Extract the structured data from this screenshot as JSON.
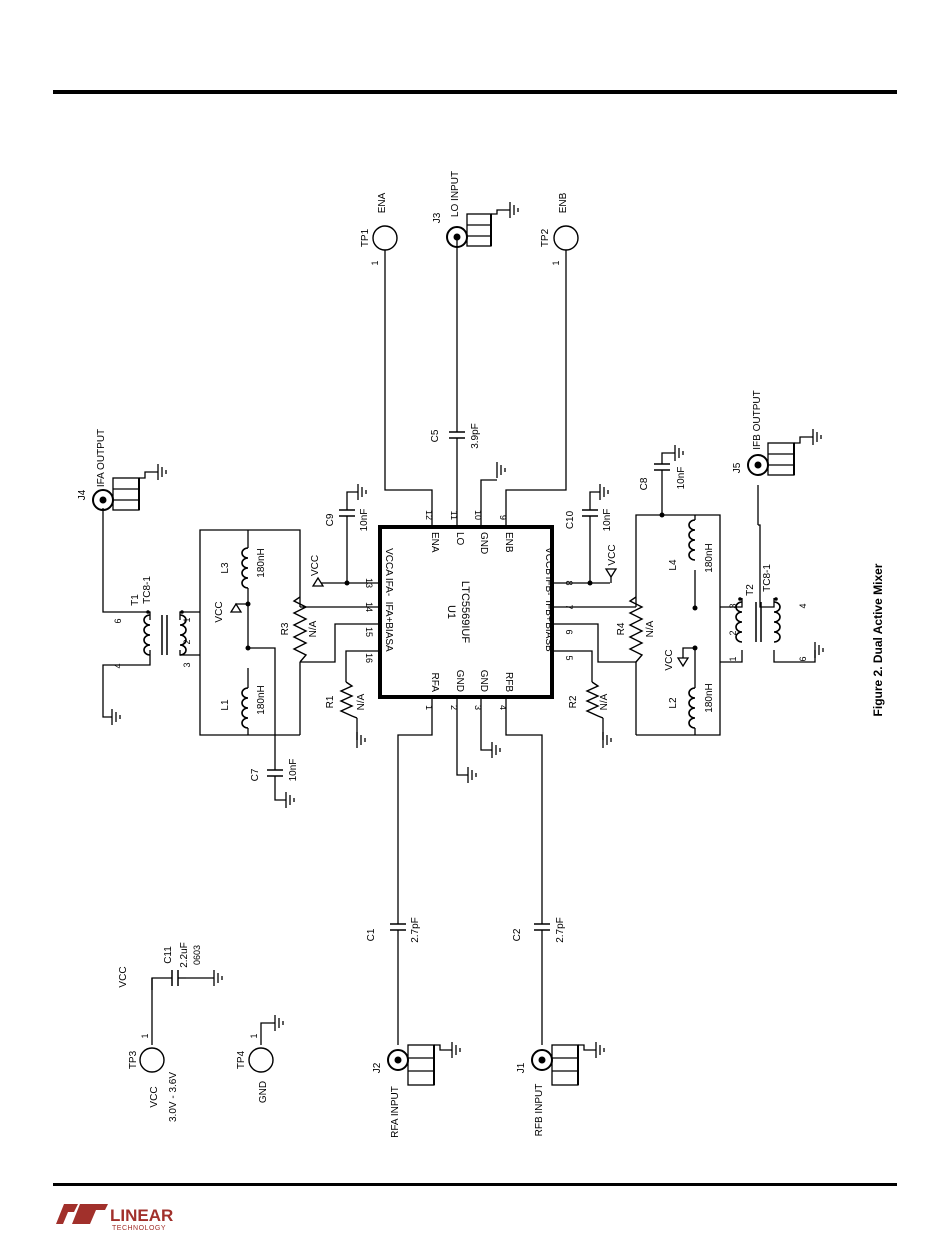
{
  "figure": {
    "caption": "Figure 2. Dual Active Mixer"
  },
  "ic": {
    "refdes": "U1",
    "part": "LTC5569IUF",
    "pins": {
      "p1": {
        "num": "1",
        "name": "RFA"
      },
      "p2": {
        "num": "2",
        "name": "GND"
      },
      "p3": {
        "num": "3",
        "name": "GND"
      },
      "p4": {
        "num": "4",
        "name": "RFB"
      },
      "p5": {
        "num": "5",
        "name": "BIASB"
      },
      "p6": {
        "num": "6",
        "name": "IFB+"
      },
      "p7": {
        "num": "7",
        "name": "IFB-"
      },
      "p8": {
        "num": "8",
        "name": "VCCB"
      },
      "p9": {
        "num": "9",
        "name": "ENB"
      },
      "p10": {
        "num": "10",
        "name": "GND"
      },
      "p11": {
        "num": "11",
        "name": "LO"
      },
      "p12": {
        "num": "12",
        "name": "ENA"
      },
      "p13": {
        "num": "13",
        "name": "VCCA"
      },
      "p14": {
        "num": "14",
        "name": "IFA-"
      },
      "p15": {
        "num": "15",
        "name": "IFA+"
      },
      "p16": {
        "num": "16",
        "name": "BIASA"
      }
    }
  },
  "testpoints": {
    "tp1": {
      "ref": "TP1",
      "pin": "1",
      "net": "ENA"
    },
    "tp2": {
      "ref": "TP2",
      "pin": "1",
      "net": "ENB"
    },
    "tp3": {
      "ref": "TP3",
      "pin": "1",
      "net": "VCC",
      "range": "3.0V - 3.6V"
    },
    "tp4": {
      "ref": "TP4",
      "pin": "1",
      "net": "GND"
    }
  },
  "connectors": {
    "j1": {
      "ref": "J1",
      "label": "RFB INPUT"
    },
    "j2": {
      "ref": "J2",
      "label": "RFA INPUT"
    },
    "j3": {
      "ref": "J3",
      "label": "LO INPUT"
    },
    "j4": {
      "ref": "J4",
      "label": "IFA OUTPUT"
    },
    "j5": {
      "ref": "J5",
      "label": "IFB OUTPUT"
    }
  },
  "caps": {
    "c1": {
      "ref": "C1",
      "value": "2.7pF"
    },
    "c2": {
      "ref": "C2",
      "value": "2.7pF"
    },
    "c5": {
      "ref": "C5",
      "value": "3.9pF"
    },
    "c7": {
      "ref": "C7",
      "value": "10nF"
    },
    "c8": {
      "ref": "C8",
      "value": "10nF"
    },
    "c9": {
      "ref": "C9",
      "value": "10nF"
    },
    "c10": {
      "ref": "C10",
      "value": "10nF"
    },
    "c11": {
      "ref": "C11",
      "value": "2.2uF",
      "pkg": "0603"
    }
  },
  "inductors": {
    "l1": {
      "ref": "L1",
      "value": "180nH"
    },
    "l2": {
      "ref": "L2",
      "value": "180nH"
    },
    "l3": {
      "ref": "L3",
      "value": "180nH"
    },
    "l4": {
      "ref": "L4",
      "value": "180nH"
    }
  },
  "resistors": {
    "r1": {
      "ref": "R1",
      "value": "N/A"
    },
    "r2": {
      "ref": "R2",
      "value": "N/A"
    },
    "r3": {
      "ref": "R3",
      "value": "N/A"
    },
    "r4": {
      "ref": "R4",
      "value": "N/A"
    }
  },
  "transformers": {
    "t1": {
      "ref": "T1",
      "part": "TC8-1",
      "pins": [
        "6",
        "4",
        "1",
        "2",
        "3"
      ]
    },
    "t2": {
      "ref": "T2",
      "part": "TC8-1",
      "pins": [
        "3",
        "4",
        "1",
        "2",
        "6"
      ]
    }
  },
  "nets": {
    "vcc": "VCC"
  },
  "logo": {
    "name": "LINEAR",
    "sub": "TECHNOLOGY"
  },
  "colors": {
    "ink": "#000000",
    "logo": "#a1302b"
  }
}
